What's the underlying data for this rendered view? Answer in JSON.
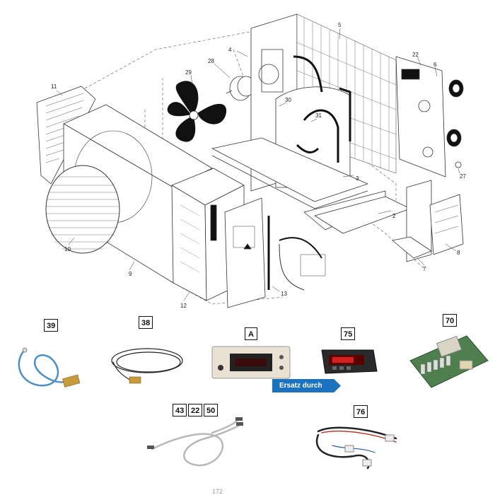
{
  "callouts": {
    "c2": "2",
    "c3": "3",
    "c4": "4",
    "c5": "5",
    "c6": "6",
    "c7": "7",
    "c8": "8",
    "c9": "9",
    "c10": "10",
    "c11": "11",
    "c12": "12",
    "c13": "13",
    "c22": "22",
    "c27": "27",
    "c28": "28",
    "c29": "29",
    "c30": "30",
    "c31": "31"
  },
  "parts": {
    "p39": "39",
    "p38": "38",
    "pA": "A",
    "p75": "75",
    "p70": "70",
    "p43": "43",
    "p22": "22",
    "p50": "50",
    "p76": "76"
  },
  "badge": {
    "label": "Ersatz durch"
  },
  "footer": {
    "page": "172"
  },
  "colors": {
    "badge": "#1b73c0",
    "cable_blue": "#4a90c8",
    "line": "#333333"
  }
}
